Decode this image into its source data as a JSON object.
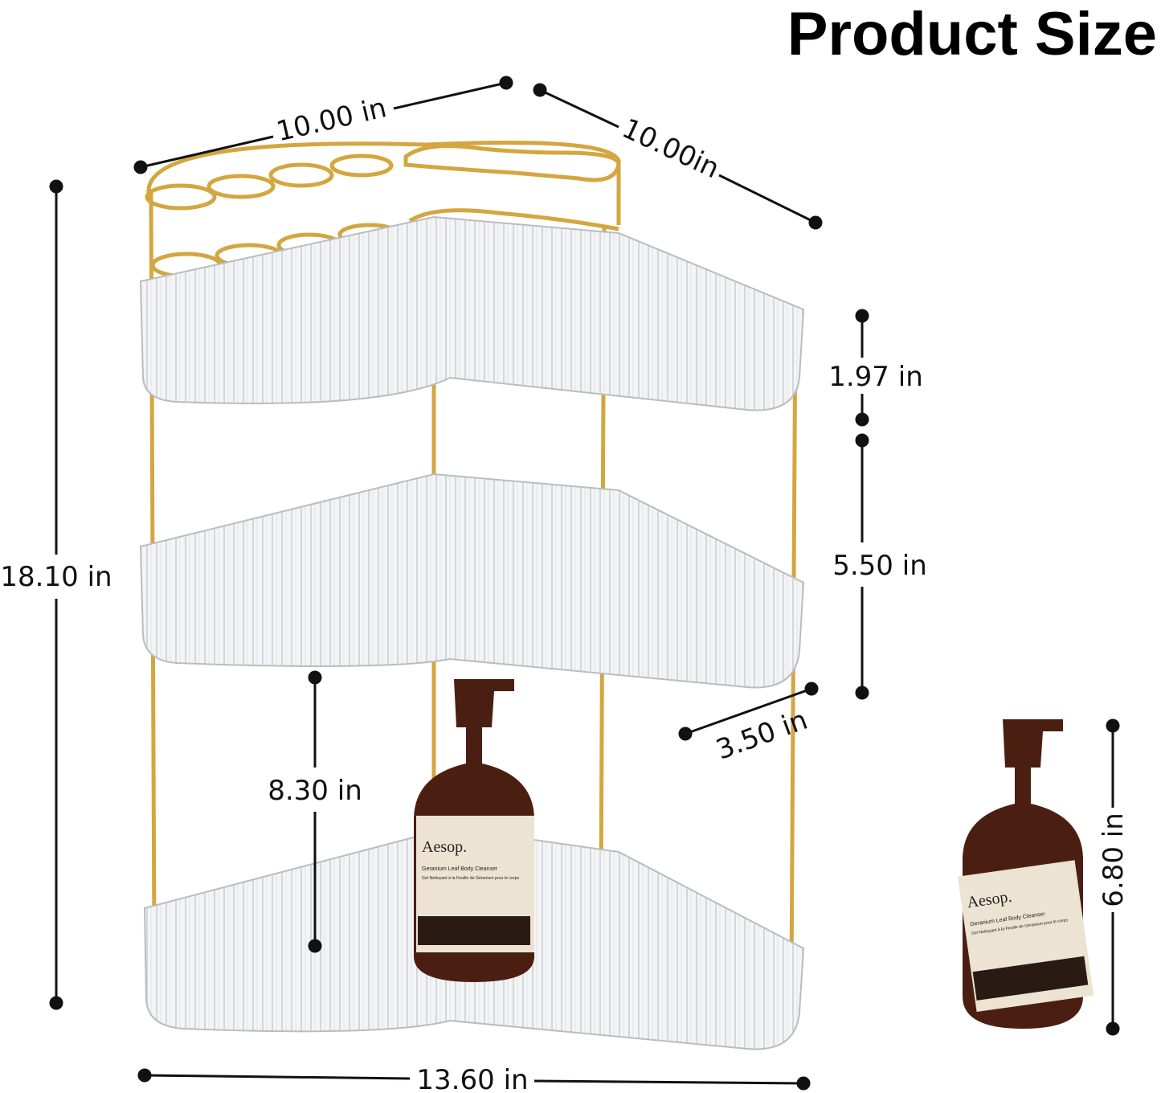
{
  "title": "Product Size",
  "dimensions": {
    "width_top": "10.00 in",
    "depth_top": "10.00in",
    "total_height": "18.10 in",
    "top_tier_height": "1.97 in",
    "tier_spacing": "5.50 in",
    "tray_depth": "3.50 in",
    "bottom_clearance": "8.30 in",
    "bottle_height": "6.80 in",
    "base_width": "13.60 in"
  },
  "bottle_label": {
    "brand": "Aesop.",
    "product": "Geranium Leaf Body Cleanser",
    "product_fr": "Gel Nettoyant à la Feuille de Géranium pour le corps"
  },
  "colors": {
    "frame": "#d4a640",
    "bottle": "#4a1f12",
    "label": "#ece3d2",
    "tray": "#eef0f2"
  }
}
